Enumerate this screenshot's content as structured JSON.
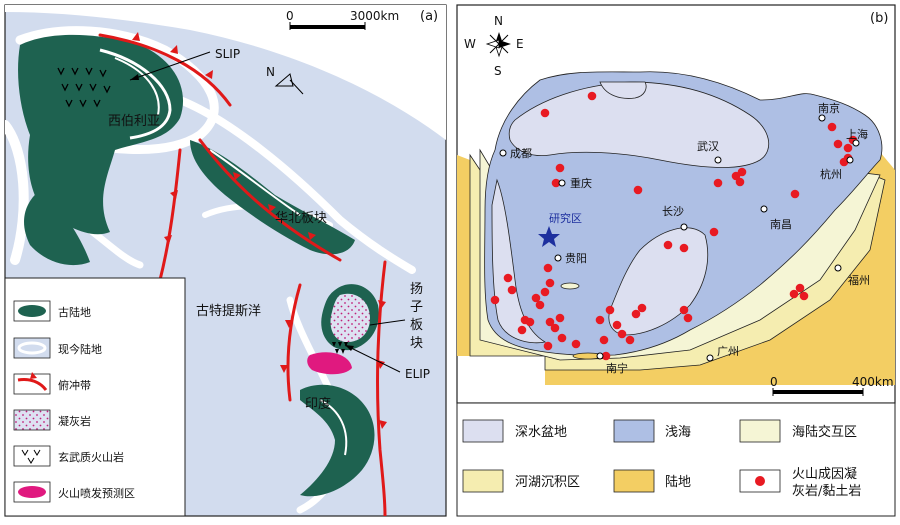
{
  "panel_a": {
    "tag": "(a)",
    "scale": {
      "start": "0",
      "end": "3000km"
    },
    "north": "N",
    "labels": {
      "slip": "SLIP",
      "siberia": "西伯利亚",
      "north_china": "华北板块",
      "tethys": "古特提斯洋",
      "yangtze": [
        "扬",
        "子",
        "板",
        "块"
      ],
      "elip": "ELIP",
      "india": "印度"
    },
    "legend": [
      {
        "id": "ancient-land",
        "label": "古陆地"
      },
      {
        "id": "modern-land",
        "label": "现今陆地"
      },
      {
        "id": "thrust-belt",
        "label": "俯冲带"
      },
      {
        "id": "tuff",
        "label": "凝灰岩"
      },
      {
        "id": "basalt",
        "label": "玄武质火山岩"
      },
      {
        "id": "eruption-zone",
        "label": "火山喷发预测区"
      }
    ],
    "colors": {
      "sea": "#d2dcee",
      "ancient_land": "#1e6250",
      "thrust": "#e01919",
      "eruption": "#e0197f"
    }
  },
  "panel_b": {
    "tag": "(b)",
    "compass": {
      "n": "N",
      "s": "S",
      "e": "E",
      "w": "W"
    },
    "scale": {
      "start": "0",
      "end": "400km"
    },
    "cities": [
      {
        "id": "chengdu",
        "name": "成都"
      },
      {
        "id": "chongqing",
        "name": "重庆"
      },
      {
        "id": "wuhan",
        "name": "武汉"
      },
      {
        "id": "nanjing",
        "name": "南京"
      },
      {
        "id": "shanghai",
        "name": "上海"
      },
      {
        "id": "hangzhou",
        "name": "杭州"
      },
      {
        "id": "changsha",
        "name": "长沙"
      },
      {
        "id": "nanchang",
        "name": "南昌"
      },
      {
        "id": "guiyang",
        "name": "贵阳"
      },
      {
        "id": "fuzhou",
        "name": "福州"
      },
      {
        "id": "guangzhou",
        "name": "广州"
      },
      {
        "id": "nanning",
        "name": "南宁"
      }
    ],
    "study_area": "研究区",
    "legend": [
      {
        "id": "deep-basin",
        "label": "深水盆地"
      },
      {
        "id": "shallow-sea",
        "label": "浅海"
      },
      {
        "id": "transition",
        "label": "海陆交互区"
      },
      {
        "id": "lacustrine",
        "label": "河湖沉积区"
      },
      {
        "id": "land",
        "label": "陆地"
      },
      {
        "id": "volcanic-tuff",
        "label": "火山成因凝灰岩/黏土岩"
      }
    ],
    "colors": {
      "deep_basin": "#dcdff0",
      "shallow_sea": "#aebfe4",
      "transition": "#f5f5d5",
      "lacustrine": "#f5edb0",
      "land": "#f3ce63",
      "tuff_dot": "#e81a22",
      "study_star": "#1d2f9e"
    }
  }
}
